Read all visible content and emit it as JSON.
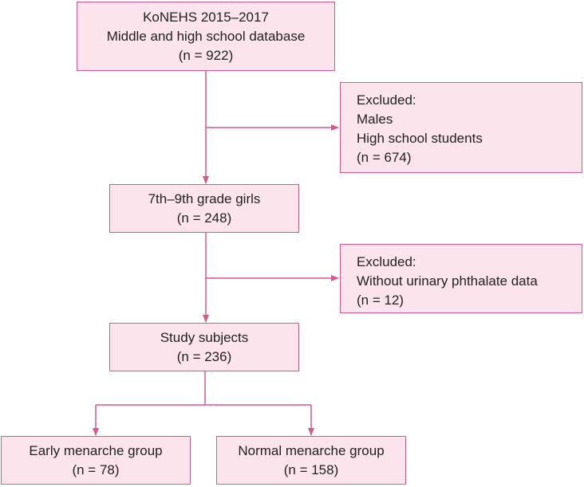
{
  "diagram": {
    "source_box": {
      "lines": [
        "KoNEHS 2015–2017",
        "Middle and high school database",
        "(n = 922)"
      ]
    },
    "exclusion_1": {
      "lines": [
        "Excluded:",
        "Males",
        "High school students",
        "(n = 674)"
      ]
    },
    "girls_box": {
      "lines": [
        "7th–9th grade girls",
        "(n = 248)"
      ]
    },
    "exclusion_2": {
      "lines": [
        "Excluded:",
        "Without urinary phthalate data",
        "(n = 12)"
      ]
    },
    "study_box": {
      "lines": [
        "Study subjects",
        "(n = 236)"
      ]
    },
    "early_box": {
      "lines": [
        "Early menarche group",
        "(n = 78)"
      ]
    },
    "normal_box": {
      "lines": [
        "Normal menarche group",
        "(n = 158)"
      ]
    },
    "colors": {
      "box_fill": "#fbe4ec",
      "border": "#d9578f",
      "arrow": "#d9578f",
      "text": "#231f20"
    }
  }
}
